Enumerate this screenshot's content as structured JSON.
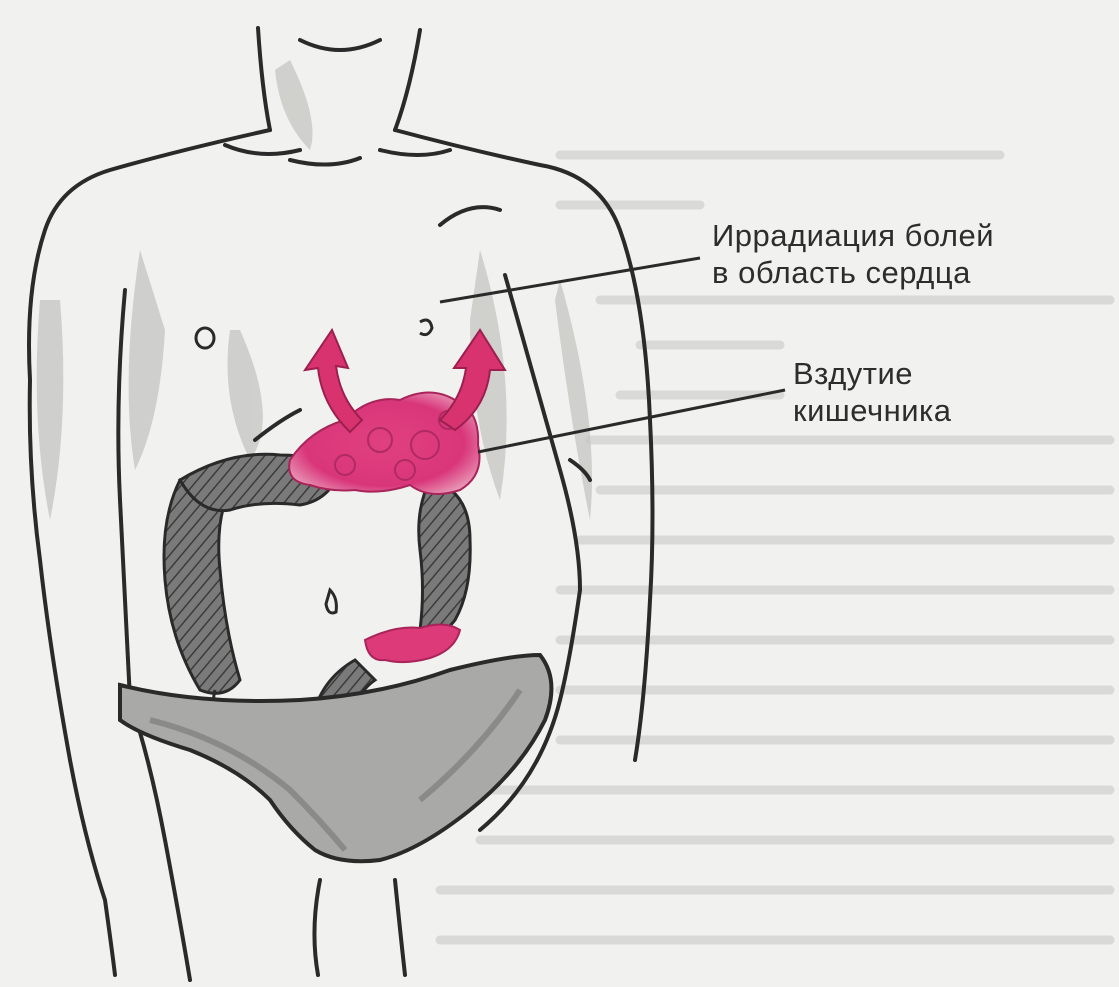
{
  "annotations": {
    "heart_radiation": {
      "line1": "Иррадиация болей",
      "line2": "в область сердца"
    },
    "bloating": {
      "line1": "Вздутие",
      "line2": "кишечника"
    }
  },
  "colors": {
    "outline": "#2a2a2a",
    "bloat": "#d9367a",
    "arrow": "#d8336f",
    "colon": "#6a6a6a",
    "shading": "#bdbdbb",
    "background": "#f1f1ef",
    "background_text": "#c9c9c7"
  }
}
